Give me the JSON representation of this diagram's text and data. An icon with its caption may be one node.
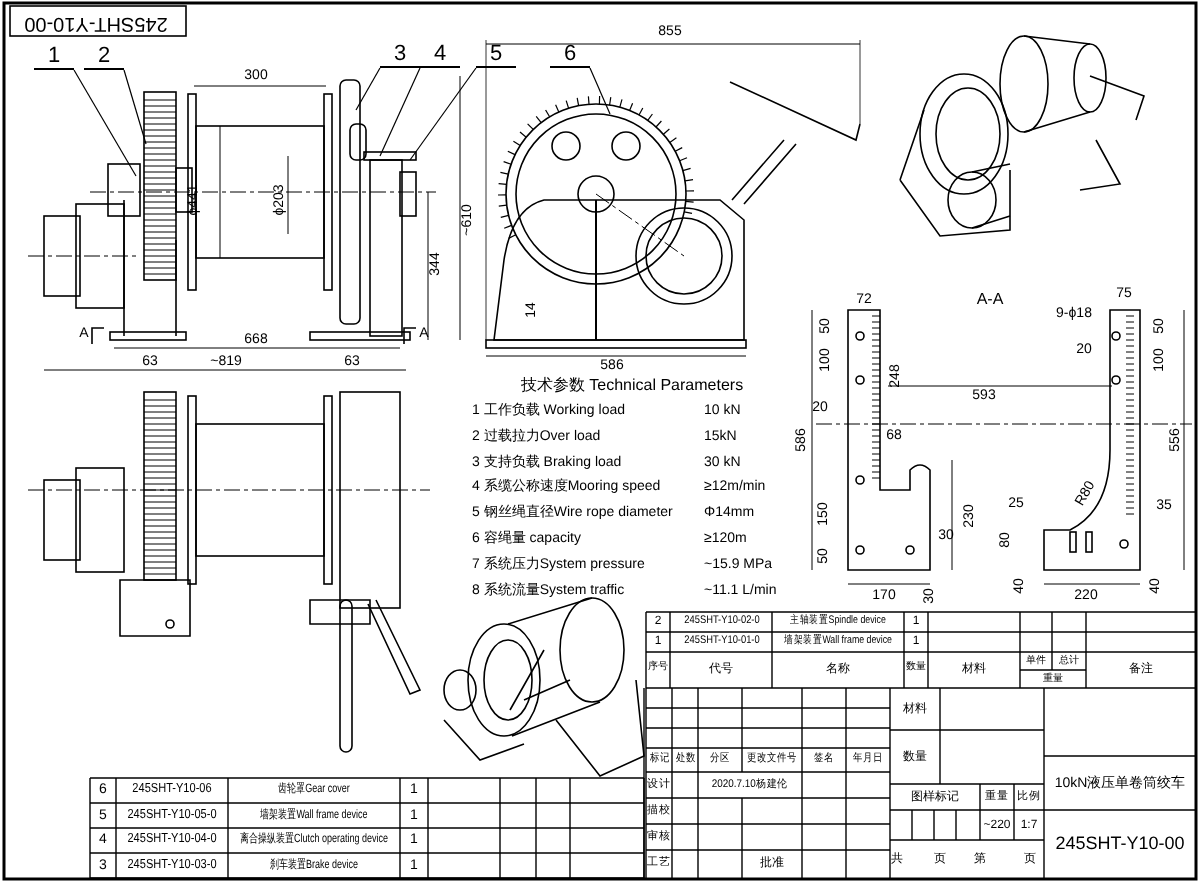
{
  "diagram": {
    "nodes": [
      {
        "text": [
          "1"
        ]
      },
      {
        "text": [
          "2"
        ]
      },
      {
        "text": [
          "3"
        ]
      },
      {
        "text": [
          "4"
        ]
      },
      {
        "text": [
          "5"
        ]
      },
      {
        "text": [
          "6"
        ]
      }
    ],
    "edges": [
      {
        "from": 0,
        "to": null,
        "arrow": "none"
      },
      {
        "from": 1,
        "to": null,
        "arrow": "none"
      },
      {
        "from": 2,
        "to": null,
        "arrow": "none"
      },
      {
        "from": 3,
        "to": null,
        "arrow": "none"
      },
      {
        "from": 4,
        "to": null,
        "arrow": "none"
      },
      {
        "from": 5,
        "to": null,
        "arrow": "none"
      }
    ],
    "labels": [
      "245SHT-Y10-00",
      "300",
      "ϕ441",
      "ϕ203",
      "~610",
      "344",
      "668",
      "63",
      "~819",
      "63",
      "A",
      "A",
      "855",
      "14",
      "586",
      "72",
      "A-A",
      "50",
      "100",
      "248",
      "593",
      "20",
      "586",
      "68",
      "150",
      "50",
      "230",
      "30",
      "170",
      "30",
      "75",
      "9-ϕ18",
      "20",
      "50",
      "100",
      "556",
      "R80",
      "25",
      "35",
      "80",
      "220",
      "40",
      "40",
      "技术参数 Technical Parameters",
      "1 工作负载 Working load",
      "10 kN",
      "2 过载拉力Over load",
      "15kN",
      "3 支持负载 Braking load",
      "30 kN",
      "4 系缆公称速度Mooring speed",
      "≥12m/min",
      "5 钢丝绳直径Wire rope diameter",
      "Φ14mm",
      "6 容绳量 capacity",
      "≥120m",
      "7 系统压力System pressure",
      "~15.9 MPa",
      "8 系统流量System traffic",
      "~11.1 L/min",
      "2",
      "245SHT-Y10-02-0",
      "主轴装置Spindle device",
      "1",
      "1",
      "245SHT-Y10-01-0",
      "墙架装置Wall frame device",
      "1",
      "序号",
      "代号",
      "名称",
      "数量",
      "材料",
      "单件",
      "总计",
      "重量",
      "备注",
      "6",
      "245SHT-Y10-06",
      "齿轮罩Gear cover",
      "1",
      "5",
      "245SHT-Y10-05-0",
      "墙架装置Wall frame device",
      "1",
      "4",
      "245SHT-Y10-04-0",
      "离合操纵装置Clutch operating device",
      "1",
      "3",
      "245SHT-Y10-03-0",
      "刹车装置Brake device",
      "1",
      "材料",
      "标记",
      "处数",
      "分区",
      "更改文件号",
      "签名",
      "年月日",
      "数量",
      "设计",
      "2020.7.10杨建伦",
      "描校",
      "审核",
      "工艺",
      "批准",
      "图样标记",
      "重量",
      "比例",
      "~220",
      "1:7",
      "共",
      "页",
      "第",
      "页",
      "10kN液压单卷筒绞车",
      "245SHT-Y10-00"
    ]
  }
}
